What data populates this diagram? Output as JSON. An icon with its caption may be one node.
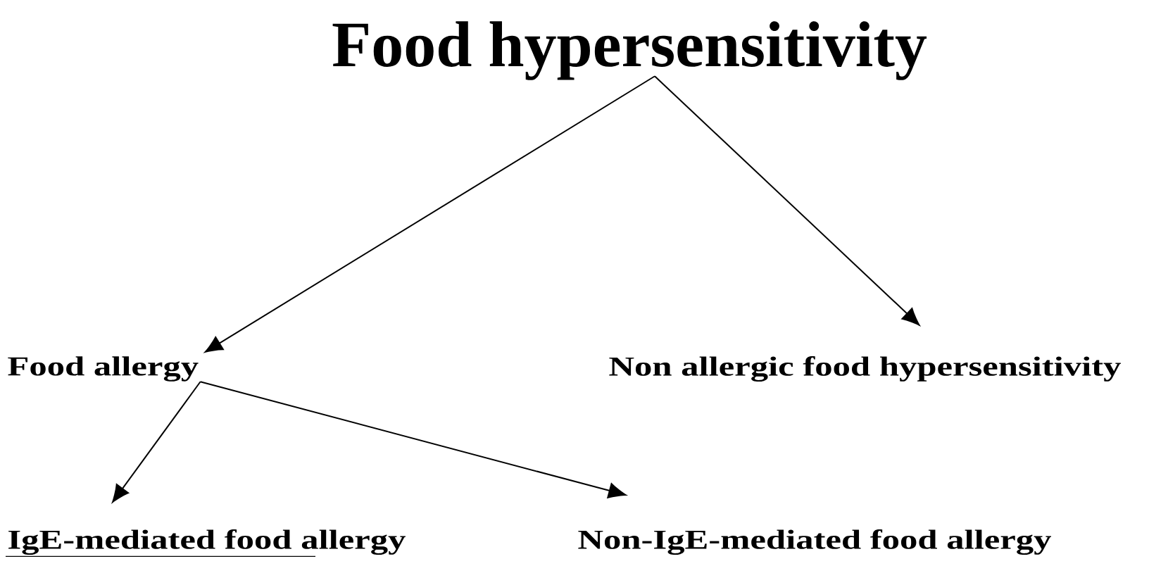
{
  "diagram": {
    "nodes": [
      {
        "text": [
          "Food hypersensitivity"
        ]
      },
      {
        "text": [
          "Food allergy"
        ]
      },
      {
        "text": [
          "Non allergic food hypersensitivity"
        ]
      },
      {
        "text": [
          "IgE-mediated food allergy"
        ]
      },
      {
        "text": [
          "Non-IgE-mediated food allergy"
        ]
      }
    ],
    "edges": [
      {
        "from": 0,
        "to": 1,
        "arrow": "to"
      },
      {
        "from": 0,
        "to": 2,
        "arrow": "to"
      },
      {
        "from": 1,
        "to": 3,
        "arrow": "to"
      },
      {
        "from": 1,
        "to": 4,
        "arrow": "to"
      }
    ]
  }
}
